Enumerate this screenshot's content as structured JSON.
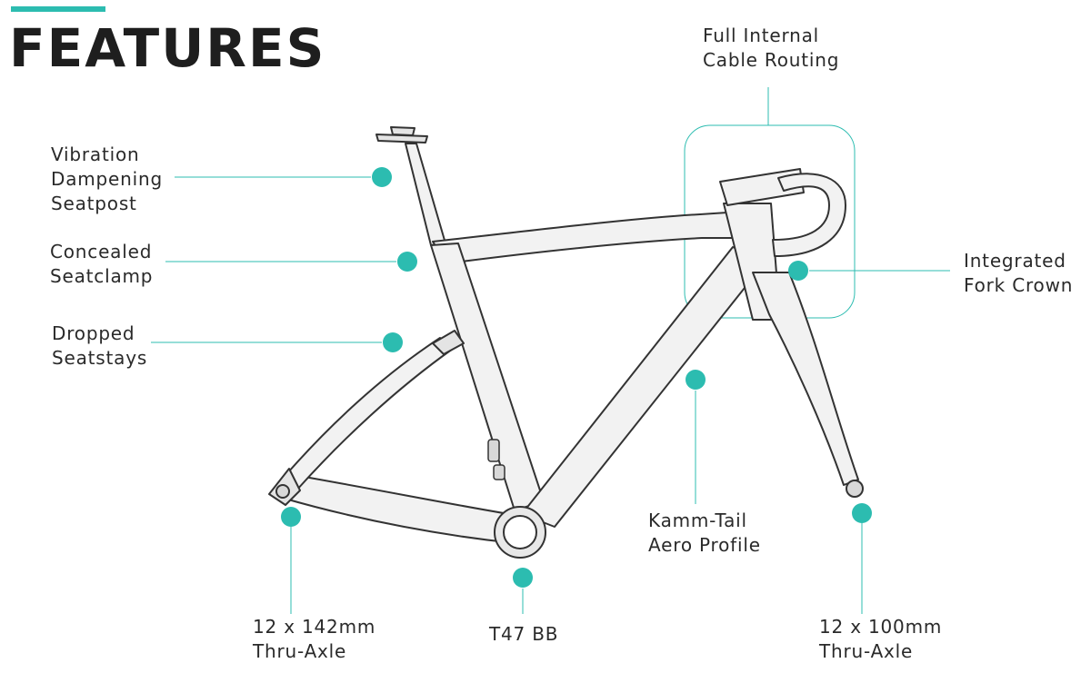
{
  "heading": "FEATURES",
  "colors": {
    "accent": "#2cbcb0",
    "frame": "#f2f2f2",
    "frame_outline": "#333333",
    "text": "#2a2a2a"
  },
  "features": {
    "seatpost": {
      "lines": [
        "Vibration",
        "Dampening",
        "Seatpost"
      ]
    },
    "seatclamp": {
      "lines": [
        "Concealed",
        "Seatclamp"
      ]
    },
    "seatstays": {
      "lines": [
        "Dropped",
        "Seatstays"
      ]
    },
    "cable_routing": {
      "lines": [
        "Full Internal",
        "Cable Routing"
      ]
    },
    "fork_crown": {
      "lines": [
        "Integrated",
        "Fork Crown"
      ]
    },
    "aero_profile": {
      "lines": [
        "Kamm-Tail",
        "Aero Profile"
      ]
    },
    "rear_axle": {
      "lines": [
        "12 x 142mm",
        "Thru-Axle"
      ]
    },
    "bottom_bracket": {
      "lines": [
        "T47 BB"
      ]
    },
    "front_axle": {
      "lines": [
        "12 x 100mm",
        "Thru-Axle"
      ]
    }
  }
}
